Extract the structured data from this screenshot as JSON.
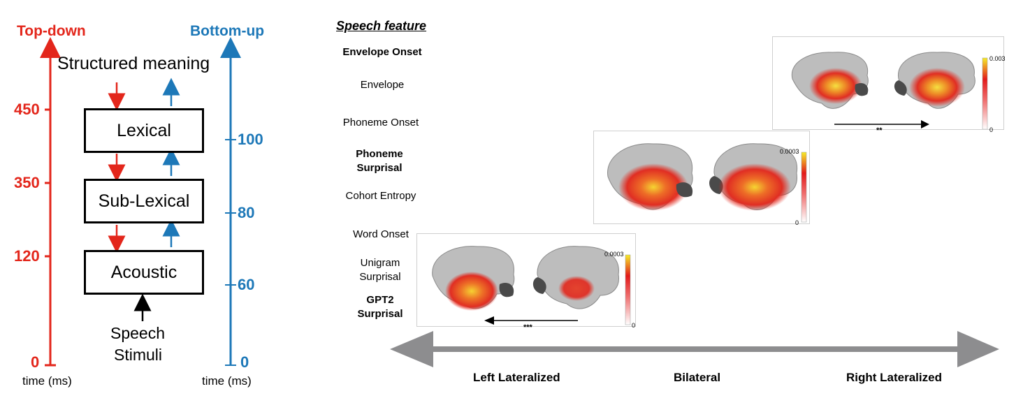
{
  "left_diagram": {
    "top_down_label": "Top-down",
    "bottom_up_label": "Bottom-up",
    "top_label": "Structured meaning",
    "stages": [
      "Lexical",
      "Sub-Lexical",
      "Acoustic"
    ],
    "input_label_line1": "Speech",
    "input_label_line2": "Stimuli",
    "top_down_ticks": [
      "450",
      "350",
      "120",
      "0"
    ],
    "bottom_up_ticks": [
      "100",
      "80",
      "60",
      "0"
    ],
    "time_label_left": "time (ms)",
    "time_label_right": "time (ms)",
    "colors": {
      "top_down": "#e3261b",
      "bottom_up": "#1d78b8"
    }
  },
  "right_diagram": {
    "heading": "Speech feature",
    "features": [
      {
        "label": "Envelope Onset",
        "bold": true
      },
      {
        "label": "Envelope",
        "bold": false
      },
      {
        "label": "Phoneme Onset",
        "bold": false
      },
      {
        "label": "Phoneme Surprisal",
        "bold": true
      },
      {
        "label": "Cohort Entropy",
        "bold": false
      },
      {
        "label": "Word Onset",
        "bold": false
      },
      {
        "label": "Unigram Surprisal",
        "bold": false
      },
      {
        "label": "GPT2 Surprisal",
        "bold": true
      }
    ],
    "panels": [
      {
        "colorbar_max": "0.003",
        "colorbar_min": "0",
        "significance": "**",
        "arrow_direction": "right"
      },
      {
        "colorbar_max": "0.0003",
        "colorbar_min": "0"
      },
      {
        "colorbar_max": "0.0003",
        "colorbar_min": "0",
        "significance": "***",
        "arrow_direction": "left"
      }
    ],
    "lateralization_axis": {
      "left": "Left Lateralized",
      "middle": "Bilateral",
      "right": "Right Lateralized"
    }
  }
}
